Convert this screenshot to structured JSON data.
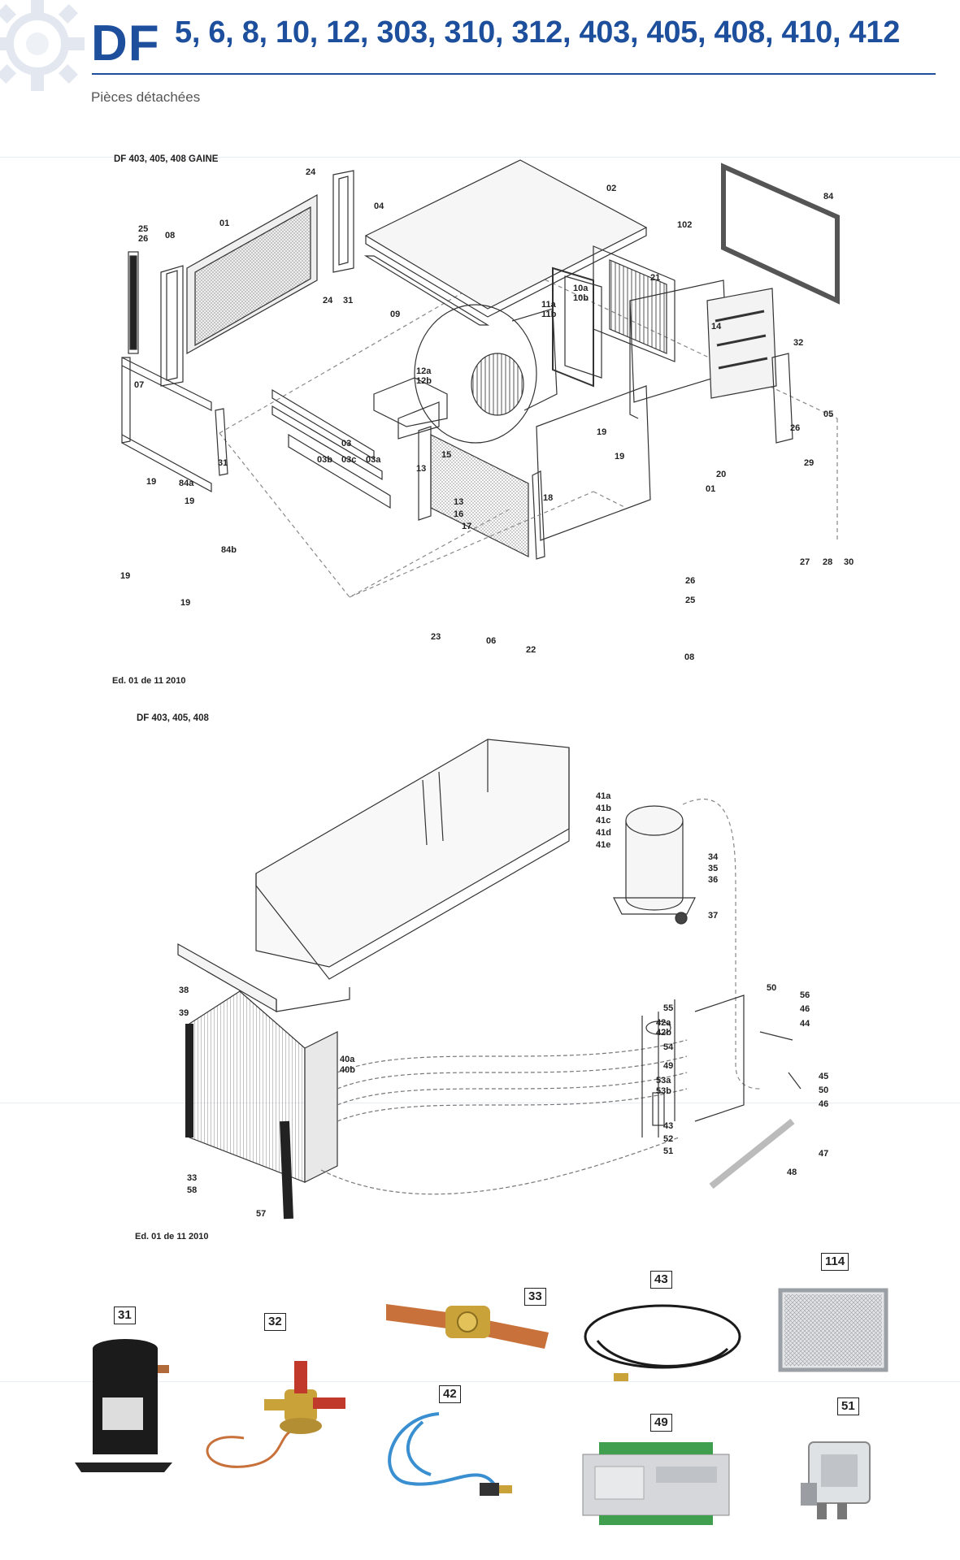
{
  "header": {
    "brand": "DF",
    "models": "5, 6, 8, 10, 12, 303, 310, 312, 403, 405, 408, 410, 412",
    "subtitle": "Pièces détachées"
  },
  "diagram1": {
    "title": "DF 403, 405, 408 GAINE",
    "edition": "Ed. 01 de 11 2010",
    "callouts": [
      "24",
      "04",
      "02",
      "84",
      "102",
      "25",
      "26",
      "08",
      "01",
      "24",
      "31",
      "09",
      "21",
      "11a",
      "11b",
      "10a",
      "10b",
      "14",
      "32",
      "07",
      "12a",
      "12b",
      "19",
      "05",
      "26",
      "03",
      "03b",
      "03c",
      "03a",
      "15",
      "13",
      "19",
      "20",
      "29",
      "19",
      "84a",
      "31",
      "19",
      "13",
      "16",
      "17",
      "18",
      "01",
      "84b",
      "19",
      "19",
      "23",
      "06",
      "22",
      "26",
      "25",
      "27",
      "28",
      "30",
      "08"
    ]
  },
  "diagram2": {
    "title": "DF 403, 405, 408",
    "edition": "Ed. 01 de 11 2010",
    "compressor_labels": [
      "41a",
      "41b",
      "41c",
      "41d",
      "41e"
    ],
    "callouts": [
      "34",
      "35",
      "36",
      "37",
      "38",
      "39",
      "40a",
      "40b",
      "50",
      "56",
      "46",
      "44",
      "55",
      "42a",
      "42b",
      "54",
      "49",
      "53a",
      "53b",
      "45",
      "50",
      "46",
      "43",
      "52",
      "51",
      "47",
      "48",
      "33",
      "58",
      "57"
    ]
  },
  "parts": [
    {
      "number": "31",
      "name": "compressor"
    },
    {
      "number": "32",
      "name": "expansion-valve"
    },
    {
      "number": "33",
      "name": "sight-glass"
    },
    {
      "number": "42",
      "name": "pressure-switch"
    },
    {
      "number": "43",
      "name": "temperature-sensor"
    },
    {
      "number": "49",
      "name": "electronic-controller"
    },
    {
      "number": "114",
      "name": "air-filter"
    },
    {
      "number": "51",
      "name": "relay"
    }
  ],
  "colors": {
    "brand_blue": "#1d4f9c",
    "copper": "#c8713a",
    "brass": "#c9a23a",
    "cable_blue": "#3a8fd0"
  }
}
